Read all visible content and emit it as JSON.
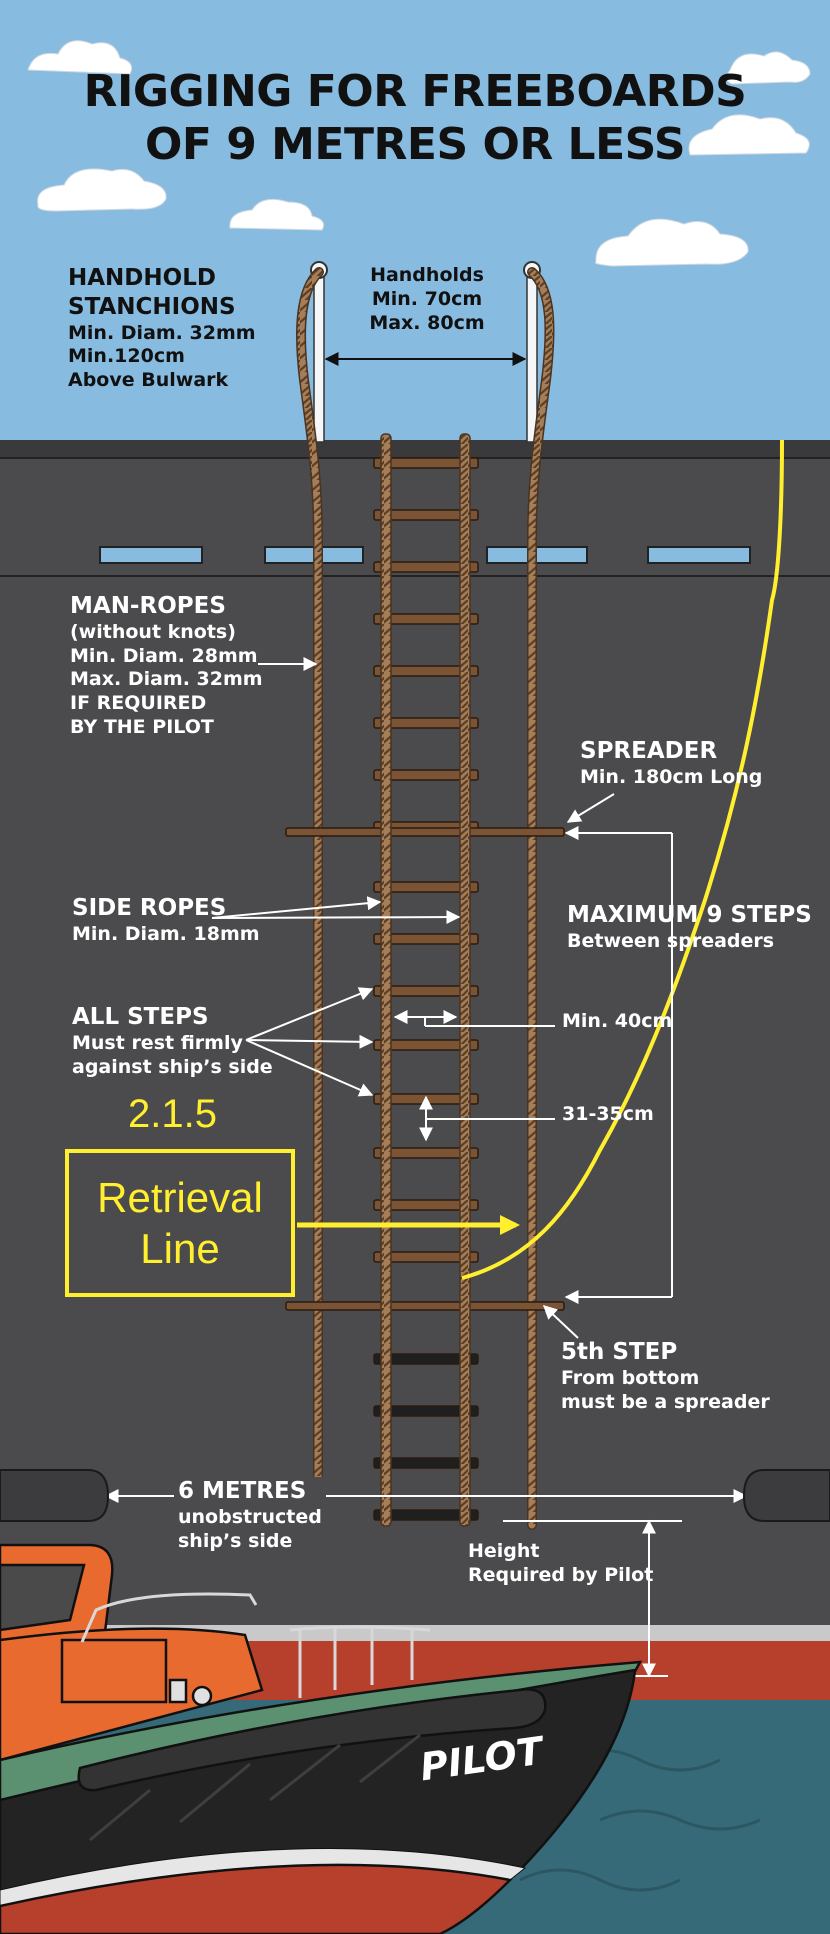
{
  "title": {
    "line1": "RIGGING FOR FREEBOARDS",
    "line2": "OF 9 METRES OR LESS"
  },
  "labels": {
    "stanchions": {
      "h1": "HANDHOLD",
      "h2": "STANCHIONS",
      "l1": "Min. Diam. 32mm",
      "l2": "Min.120cm",
      "l3": "Above Bulwark"
    },
    "handholds": {
      "l1": "Handholds",
      "l2": "Min. 70cm",
      "l3": "Max. 80cm"
    },
    "manropes": {
      "h1": "MAN-ROPES",
      "l1": "(without knots)",
      "l2": "Min. Diam. 28mm",
      "l3": "Max. Diam. 32mm",
      "l4": "IF REQUIRED",
      "l5": "BY THE PILOT"
    },
    "spreader": {
      "h1": "SPREADER",
      "l1": "Min. 180cm Long"
    },
    "sideropes": {
      "h1": "SIDE ROPES",
      "l1": "Min. Diam. 18mm"
    },
    "maxsteps": {
      "h1": "MAXIMUM 9 STEPS",
      "l1": "Between spreaders"
    },
    "allsteps": {
      "h1": "ALL  STEPS",
      "l1": "Must rest firmly",
      "l2": "against ship’s side"
    },
    "min40": "Min. 40cm",
    "step_spacing": "31-35cm",
    "fifth": {
      "h1": "5th STEP",
      "l1": "From bottom",
      "l2": "must be a spreader"
    },
    "six": {
      "h1": "6 METRES",
      "l1": "unobstructed",
      "l2": "ship’s side"
    },
    "height": {
      "l1": "Height",
      "l2": "Required by Pilot"
    },
    "section": "2.1.5",
    "retrieval": {
      "l1": "Retrieval",
      "l2": "Line"
    },
    "boat_name": "PILOT"
  },
  "colors": {
    "sky": "#88bbe0",
    "hull": "#4b4b4d",
    "rope": "#a57e58",
    "step": "#7a5434",
    "retrieval_line": "#ffef2e",
    "pilot_boat": "#e86a2f",
    "sea": "#376a78"
  }
}
